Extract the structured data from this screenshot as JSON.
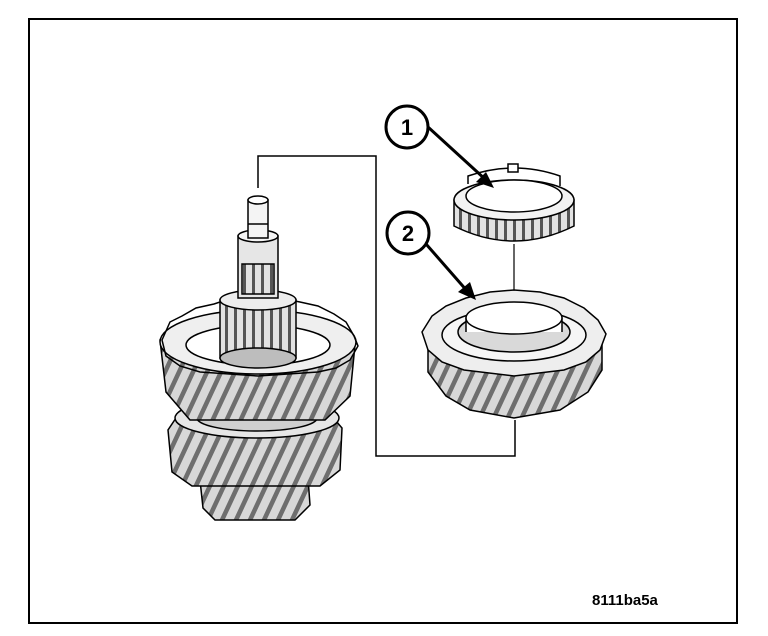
{
  "callouts": [
    {
      "number": "1"
    },
    {
      "number": "2"
    }
  ],
  "figure_id": "8111ba5a",
  "colors": {
    "ink": "#000000",
    "paper": "#ffffff",
    "shade": "#bdbdbd",
    "dark_shade": "#7a7a7a"
  }
}
